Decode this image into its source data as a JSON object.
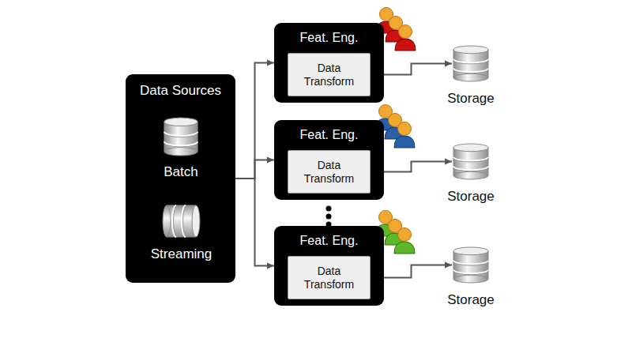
{
  "diagram": {
    "nodes": [
      {
        "text": [
          "Data Sources"
        ]
      },
      {
        "text": [
          "Batch"
        ],
        "in": 0
      },
      {
        "text": [
          "Streaming"
        ],
        "in": 0
      },
      {
        "text": [
          "Feat. Eng."
        ]
      },
      {
        "text": [
          "Data Transform"
        ],
        "in": 3
      },
      {
        "text": [
          "Storage"
        ]
      },
      {
        "text": [
          "Feat. Eng."
        ]
      },
      {
        "text": [
          "Data Transform"
        ],
        "in": 6
      },
      {
        "text": [
          "Storage"
        ]
      },
      {
        "text": [
          "Feat. Eng."
        ]
      },
      {
        "text": [
          "Data Transform"
        ],
        "in": 9
      },
      {
        "text": [
          "Storage"
        ]
      }
    ],
    "edges": [
      {
        "from": 0,
        "to": 3,
        "arrow": "to"
      },
      {
        "from": 0,
        "to": 6,
        "arrow": "to"
      },
      {
        "from": 0,
        "to": 9,
        "arrow": "to"
      },
      {
        "from": 4,
        "to": 5,
        "arrow": "to"
      },
      {
        "from": 7,
        "to": 8,
        "arrow": "to"
      },
      {
        "from": 10,
        "to": 11,
        "arrow": "to"
      }
    ]
  }
}
